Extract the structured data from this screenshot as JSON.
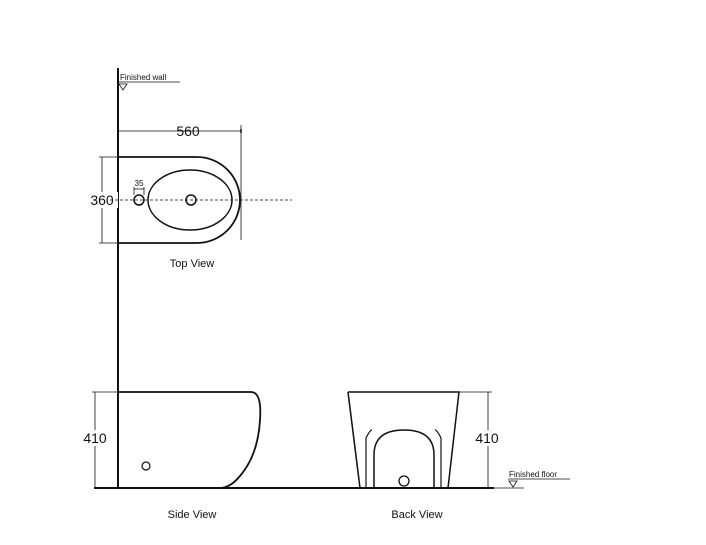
{
  "labels": {
    "finished_wall": "Finished wall",
    "finished_floor": "Finished floor",
    "top_view": "Top View",
    "side_view": "Side View",
    "back_view": "Back View"
  },
  "dimensions": {
    "top_width": "560",
    "top_depth": "360",
    "hole_diameter": "35",
    "side_height": "410",
    "back_height": "410"
  }
}
